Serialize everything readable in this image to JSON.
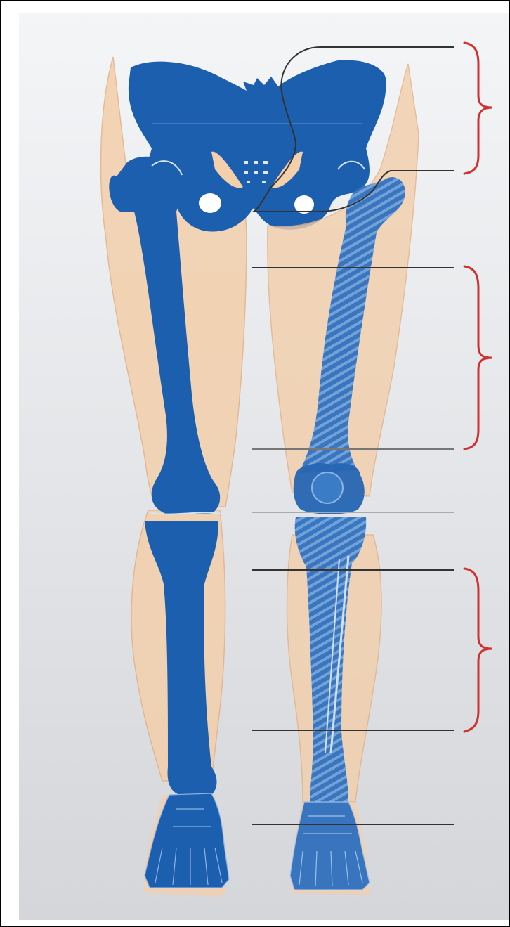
{
  "diagram": {
    "kind": "lower-limb-skeleton-anatomy",
    "labels": [],
    "colors": {
      "background_light": "#f3f4f6",
      "background_dark": "#d6d8dc",
      "skin": "#f3cfab",
      "skin_outline": "#e2b188",
      "bone": "#1b5fae",
      "bone_light": "#3a7cc6",
      "bone_hatch": "#6d9fd8",
      "joint_line": "#d7e3f3",
      "leader_line": "#333333",
      "bracket": "#d03030"
    },
    "icons": [
      "pelvis-bone",
      "femur-bone",
      "patella-bone",
      "tibia-bone",
      "fibula-bone",
      "foot-bones"
    ]
  }
}
